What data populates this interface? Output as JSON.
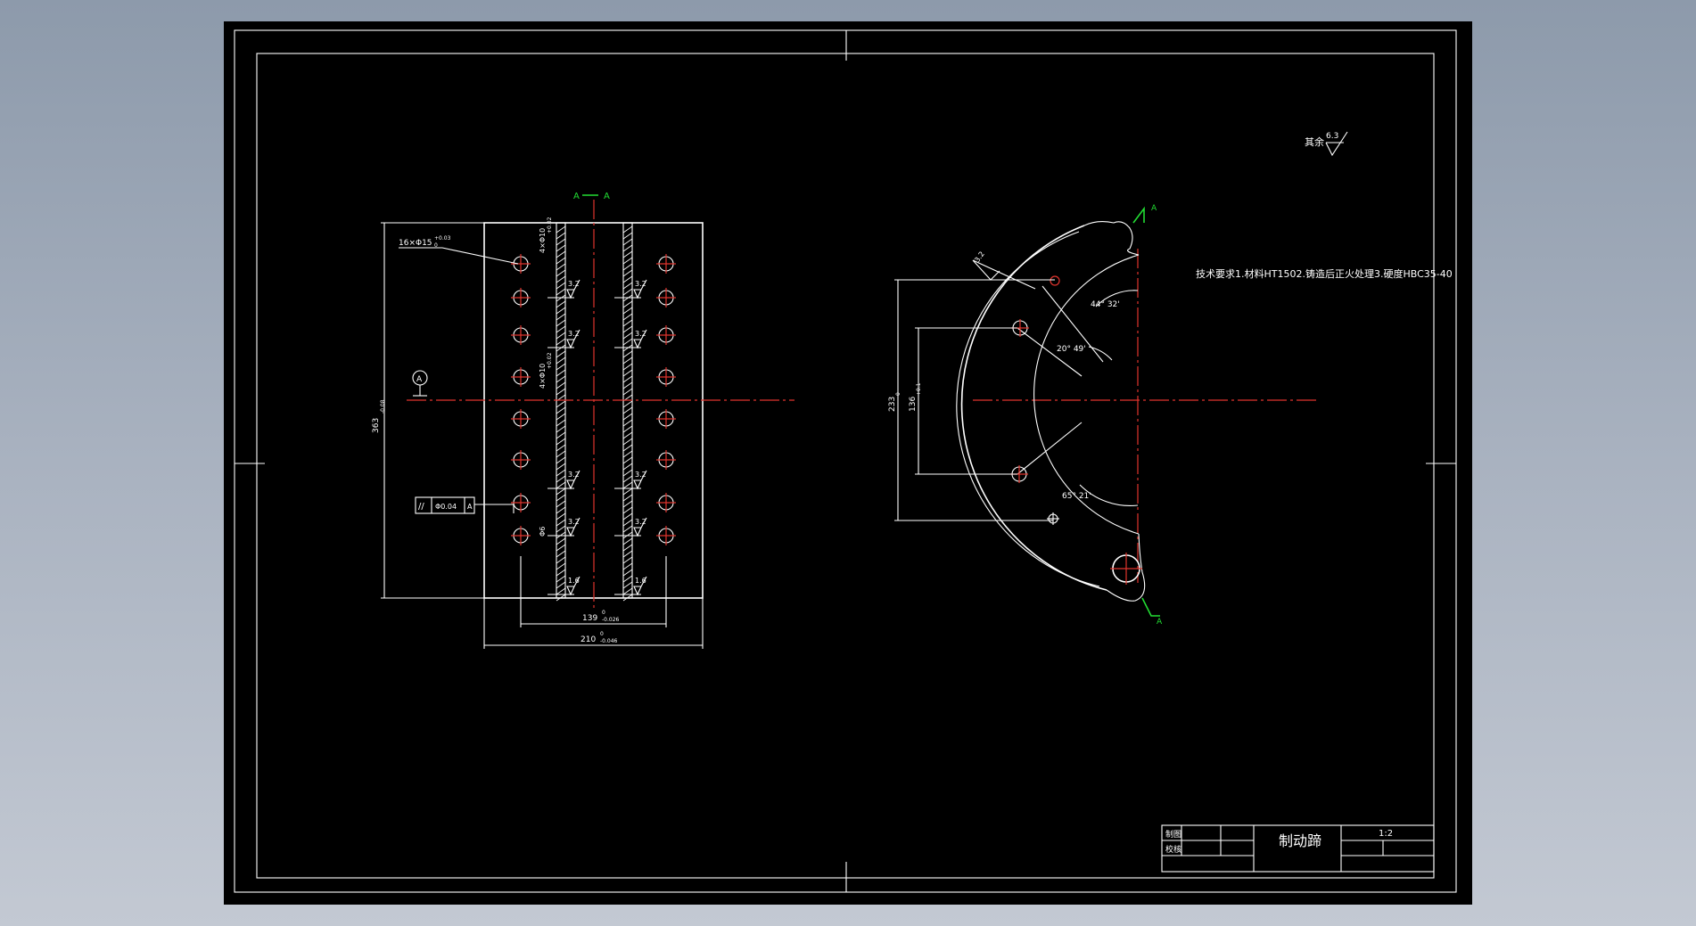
{
  "drawing": {
    "background_color": "#000000",
    "line_color": "#ffffff",
    "centerline_color": "#e0342d",
    "section_mark_color": "#22dd33"
  },
  "roughness_note": {
    "prefix": "其余",
    "value": "6.3"
  },
  "tech_requirements": "技术要求1.材料HT1502.铸造后正火处理3.硬度HBC35-40",
  "section_labels": {
    "a1": "A",
    "a2": "A",
    "top_left": "A",
    "top_right": "A",
    "right_top": "A",
    "right_bottom": "A"
  },
  "front_view": {
    "holes_callout": "16×Φ15",
    "holes_tol_up": "+0.03",
    "holes_tol_dn": "0",
    "slot_top_label": "4×Φ10",
    "slot_top_tol": "+0.02",
    "slot_mid_label": "4×Φ10",
    "slot_mid_tol": "+0.02",
    "slot_bot_label": "Φ6",
    "datum_label": "A",
    "height_dim": "363",
    "height_tol": "-0.08",
    "parallel_symbol": "//",
    "parallel_value": "Φ0.04",
    "parallel_datum": "A",
    "dim_inner": "139",
    "dim_inner_tol_up": "0",
    "dim_inner_tol_dn": "-0.026",
    "dim_outer": "210",
    "dim_outer_tol_up": "0",
    "dim_outer_tol_dn": "-0.046",
    "rough_left": [
      "3.2",
      "3.2",
      "3.2",
      "3.2",
      "1.6"
    ],
    "rough_right": [
      "3.2",
      "3.2",
      "3.2",
      "3.2",
      "1.6"
    ]
  },
  "side_view": {
    "angle_1": "44° 32'",
    "angle_2": "20° 49'",
    "angle_3": "65° 21'",
    "dim_outer": "233",
    "dim_outer_tol": "0",
    "dim_inner": "136",
    "dim_inner_tol": "+0.1",
    "rough_mark": "3.2"
  },
  "title_block": {
    "row1_label": "制图",
    "row2_label": "校核",
    "part_name": "制动蹄",
    "scale": "1:2"
  }
}
